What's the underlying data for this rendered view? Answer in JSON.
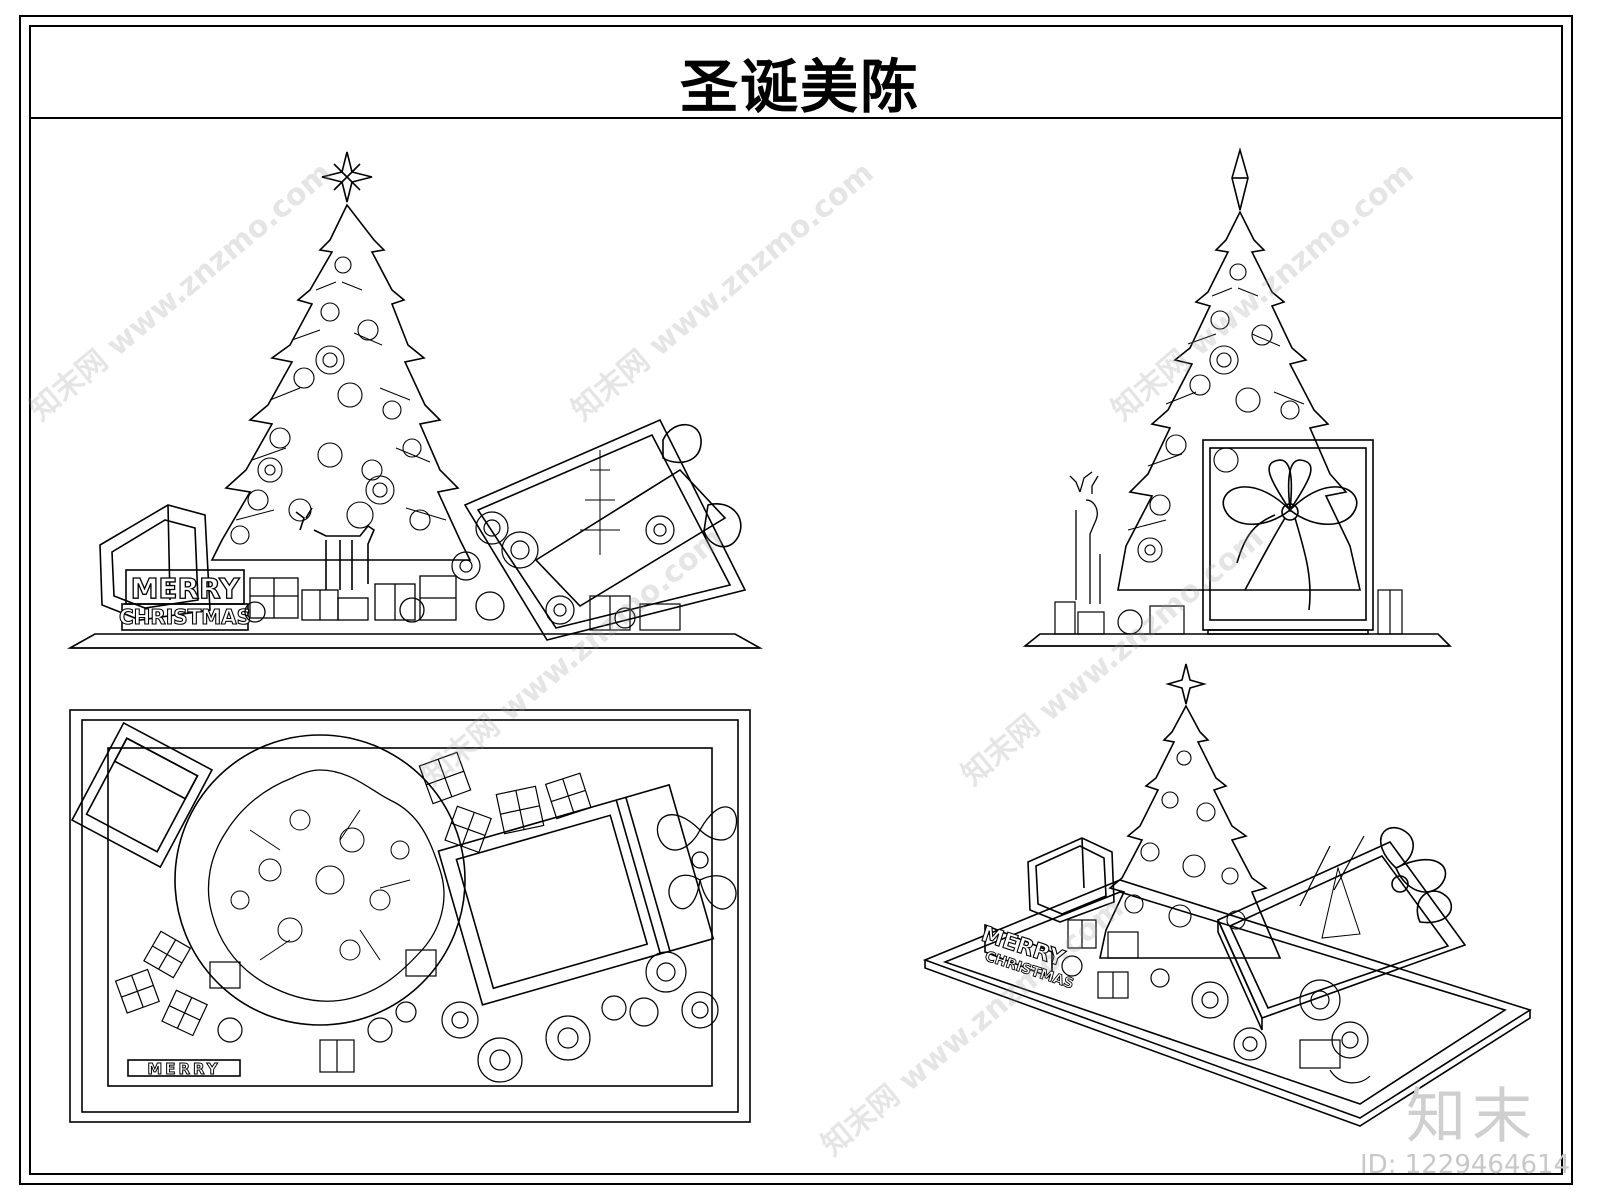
{
  "sheet": {
    "title": "圣诞美陈"
  },
  "views": {
    "front": {
      "sign_line1": "MERRY",
      "sign_line2": "CHRISTMAS"
    },
    "plan": {
      "sign": "MERRY"
    },
    "perspective": {
      "sign_line1": "MERRY",
      "sign_line2": "CHRISTMAS"
    }
  },
  "watermark": {
    "site": "知末网 www.znzmo.com",
    "brand": "知末",
    "image_id": "ID: 1229464614"
  }
}
